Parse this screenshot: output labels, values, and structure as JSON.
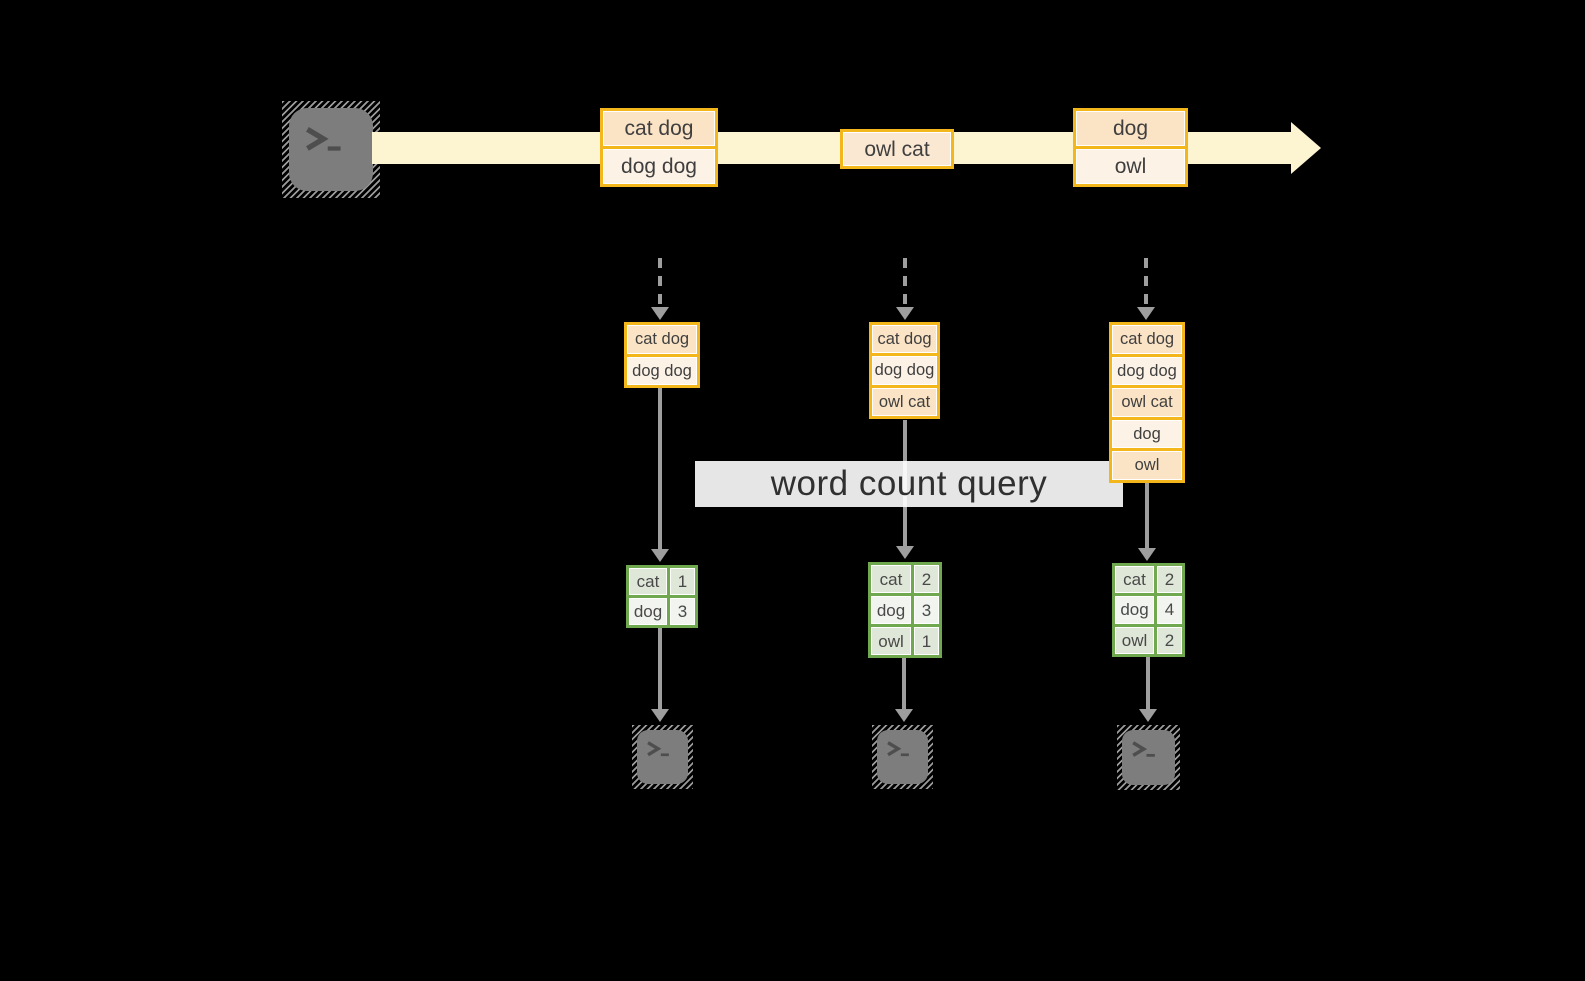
{
  "diagram": {
    "query_label": "word count query"
  },
  "stream_events": [
    {
      "rows": [
        "cat dog",
        "dog dog"
      ]
    },
    {
      "rows": [
        "owl cat"
      ]
    },
    {
      "rows": [
        "dog",
        "owl"
      ]
    }
  ],
  "state_buffers": [
    {
      "rows": [
        "cat dog",
        "dog dog"
      ]
    },
    {
      "rows": [
        "cat dog",
        "dog dog",
        "owl cat"
      ]
    },
    {
      "rows": [
        "cat dog",
        "dog dog",
        "owl cat",
        "dog",
        "owl"
      ]
    }
  ],
  "count_tables": [
    {
      "rows": [
        [
          "cat",
          "1"
        ],
        [
          "dog",
          "3"
        ]
      ]
    },
    {
      "rows": [
        [
          "cat",
          "2"
        ],
        [
          "dog",
          "3"
        ],
        [
          "owl",
          "1"
        ]
      ]
    },
    {
      "rows": [
        [
          "cat",
          "2"
        ],
        [
          "dog",
          "4"
        ],
        [
          "owl",
          "2"
        ]
      ]
    }
  ],
  "icons": {
    "source": "terminal-icon",
    "sinks": [
      "terminal-icon",
      "terminal-icon",
      "terminal-icon"
    ]
  },
  "colors": {
    "background": "#000000",
    "stream_band": "#fdf4d2",
    "event_border": "#f3b71b",
    "event_row_dark": "#fbe3c5",
    "event_row_light": "#fdf2e6",
    "table_border": "#6fa84e",
    "table_cell_dark": "#dfe7d8",
    "table_cell_light": "#f2f5ef",
    "arrow_gray": "#9e9e9e",
    "terminal_gray": "#7d7d7d",
    "text": "#3f3f3f"
  }
}
